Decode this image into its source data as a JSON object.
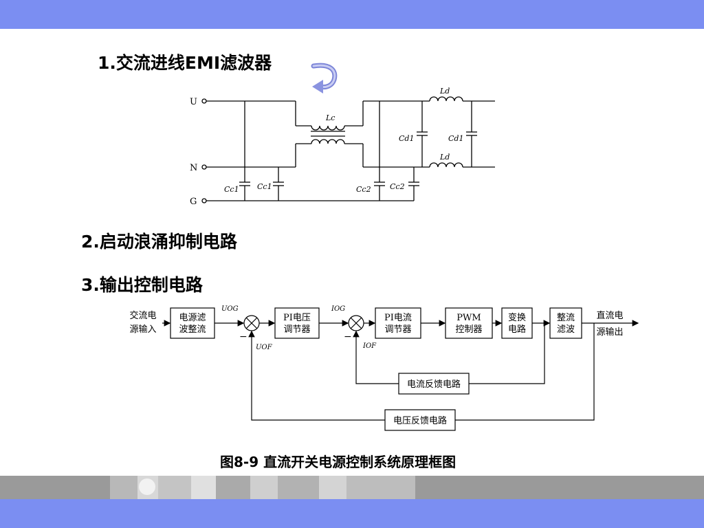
{
  "slide": {
    "item1": "1.交流进线EMI滤波器",
    "item2": "2.启动浪涌抑制电路",
    "item3": "3.输出控制电路",
    "caption": "图8-9 直流开关电源控制系统原理框图"
  },
  "emi": {
    "terminals": {
      "u": "U",
      "n": "N",
      "g": "G"
    },
    "labels": {
      "cc1": "Cc1",
      "cc2": "Cc2",
      "cd1": "Cd1",
      "lc": "Lc",
      "ld": "Ld"
    }
  },
  "block": {
    "input_1": "交流电",
    "input_2": "源输入",
    "filter_1": "电源滤",
    "filter_2": "波整流",
    "pi_v_1": "PI电压",
    "pi_v_2": "调节器",
    "pi_i_1": "PI电流",
    "pi_i_2": "调节器",
    "pwm_1": "PWM",
    "pwm_2": "控制器",
    "conv_1": "变换",
    "conv_2": "电路",
    "rect_1": "整流",
    "rect_2": "滤波",
    "output_1": "直流电",
    "output_2": "源输出",
    "i_fb": "电流反馈电路",
    "v_fb": "电压反馈电路",
    "u_og": "UOG",
    "u_of": "UOF",
    "i_og": "IOG",
    "i_of": "IOF",
    "minus": "−"
  }
}
